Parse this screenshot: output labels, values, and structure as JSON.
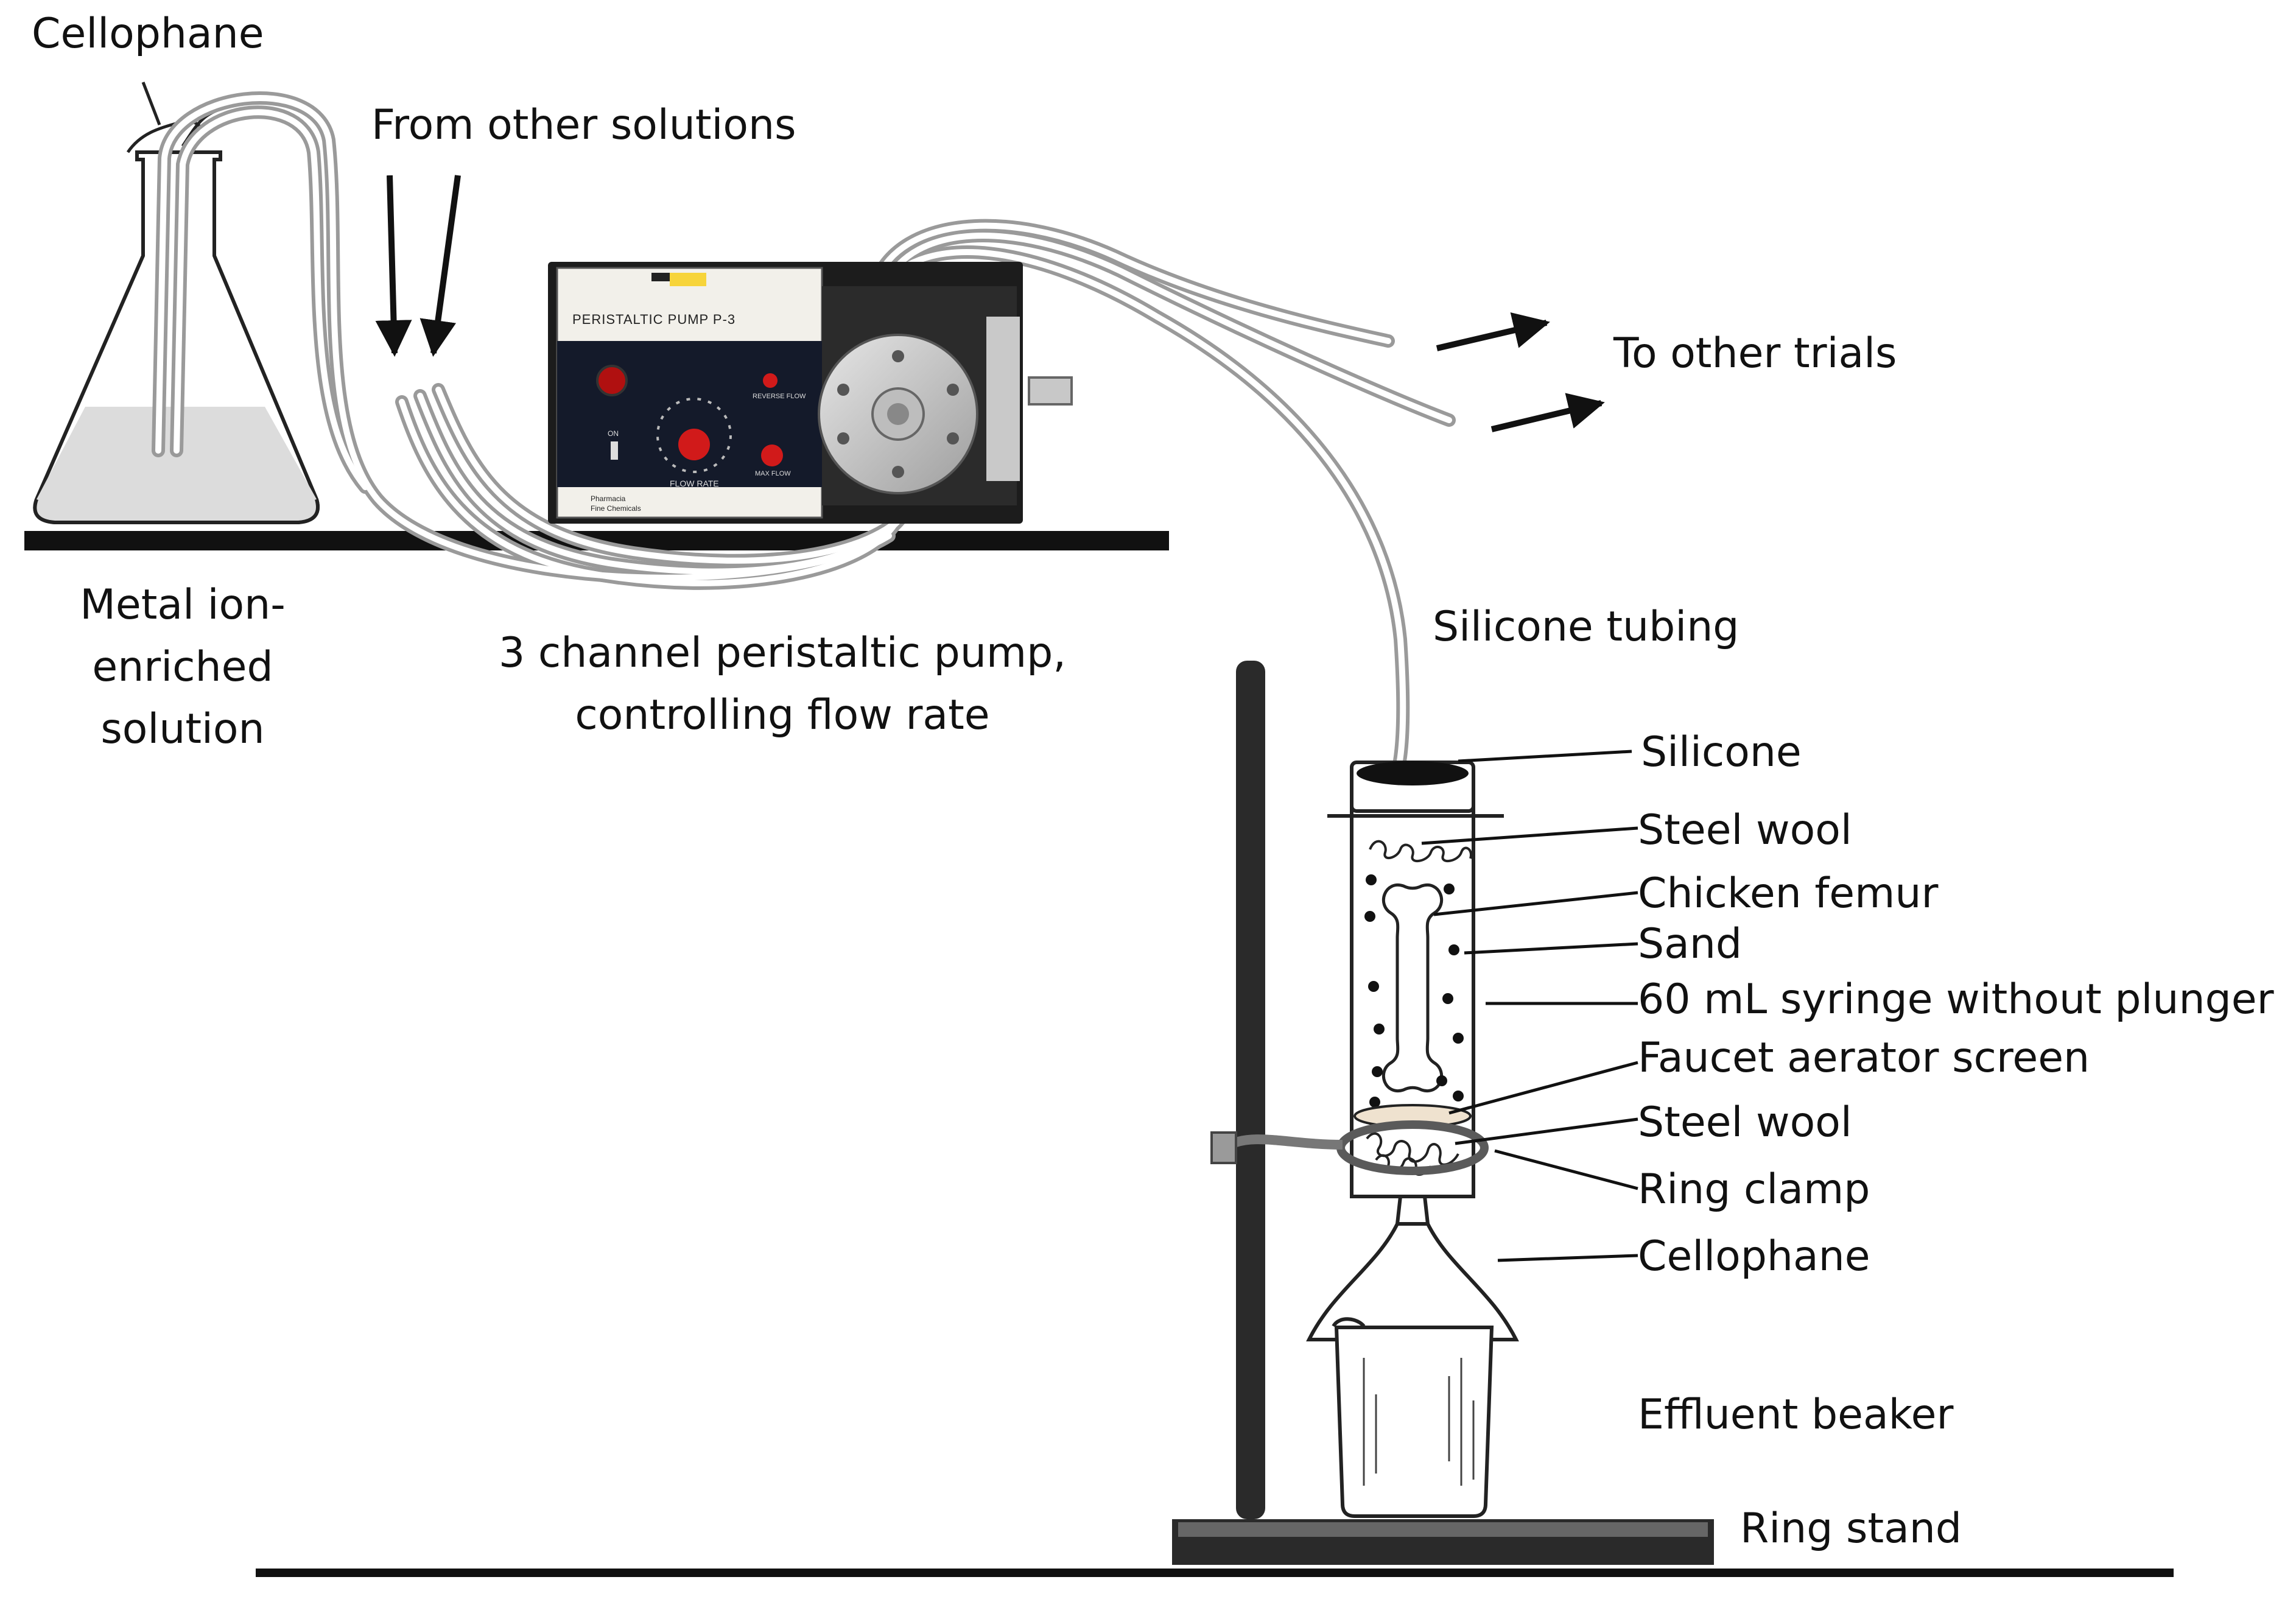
{
  "labels": {
    "cellophane_top": "Cellophane",
    "from_other_solutions": "From other solutions",
    "to_other_trials": "To other trials",
    "metal_ion_solution": [
      "Metal ion-",
      "enriched",
      "solution"
    ],
    "pump_caption": [
      "3  channel peristaltic pump,",
      "controlling flow rate"
    ],
    "silicone_tubing": "Silicone tubing",
    "silicone": "Silicone",
    "steel_wool_top": "Steel wool",
    "chicken_femur": "Chicken femur",
    "sand": "Sand",
    "syringe": "60 mL syringe without plunger",
    "faucet_screen": "Faucet aerator screen",
    "steel_wool_bottom": "Steel wool",
    "ring_clamp": "Ring clamp",
    "cellophane_bottom": "Cellophane",
    "effluent_beaker": "Effluent beaker",
    "ring_stand": "Ring stand"
  },
  "pump": {
    "model": "PERISTALTIC PUMP P-3",
    "flow_rate": "FLOW RATE",
    "reverse_flow": "REVERSE FLOW",
    "max_flow": "MAX FLOW",
    "on": "ON",
    "brand": [
      "Pharmacia",
      "Fine Chemicals"
    ]
  },
  "colors": {
    "tube": "#9a9a9a",
    "solution": "#dcdcdc",
    "pump_body": "#1c1c1c",
    "pump_panel": "#f2f0ea",
    "knob_red": "#d11a1a",
    "stand": "#2a2a2a"
  }
}
